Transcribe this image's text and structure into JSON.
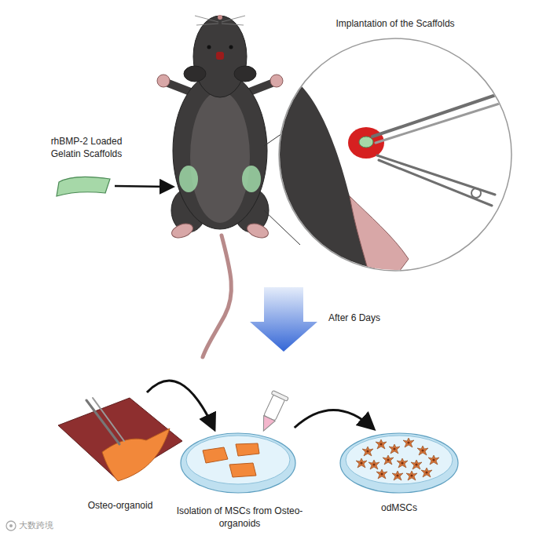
{
  "diagram": {
    "nodes": [
      {
        "text": [
          "rhBMP-2 Loaded Gelatin Scaffolds"
        ]
      },
      {
        "text": [
          "Implantation of the Scaffolds"
        ]
      },
      {
        "text": [
          "Osteo-organoid"
        ]
      },
      {
        "text": [
          "Isolation of MSCs from Osteo-organoids"
        ]
      },
      {
        "text": [
          "odMSCs"
        ]
      }
    ],
    "edges": [
      {
        "from": 2,
        "to": 3,
        "arrow": "to"
      },
      {
        "from": 3,
        "to": 4,
        "arrow": "to"
      }
    ],
    "labels": [
      "After 6 Days",
      "大数跨境"
    ]
  }
}
